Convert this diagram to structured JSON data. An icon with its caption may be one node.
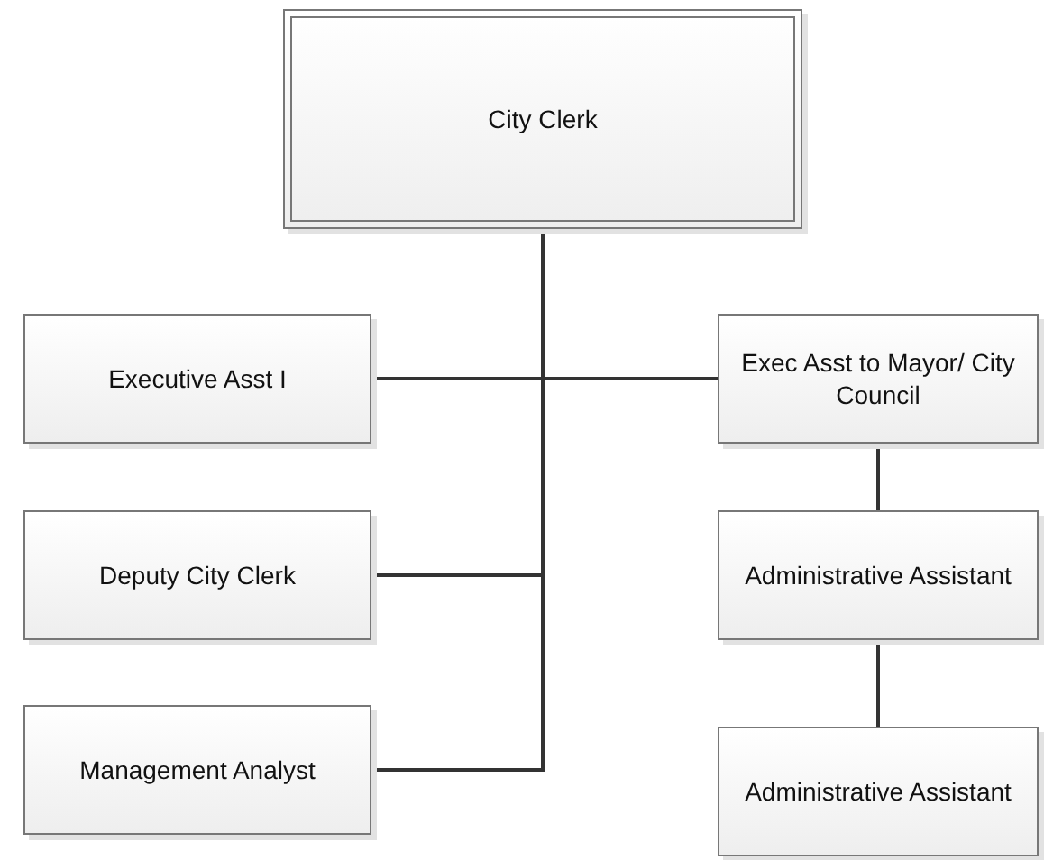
{
  "diagram": {
    "nodes": [
      {
        "text": [
          "City Clerk"
        ]
      },
      {
        "text": [
          "Executive Asst I"
        ]
      },
      {
        "text": [
          "Exec Asst to Mayor/ City Council"
        ]
      },
      {
        "text": [
          "Deputy City Clerk"
        ]
      },
      {
        "text": [
          "Administrative Assistant"
        ]
      },
      {
        "text": [
          "Management Analyst"
        ]
      },
      {
        "text": [
          "Administrative Assistant"
        ]
      }
    ],
    "edges": [
      {
        "from": 0,
        "to": 1,
        "arrow": "none"
      },
      {
        "from": 0,
        "to": 2,
        "arrow": "none"
      },
      {
        "from": 0,
        "to": 3,
        "arrow": "none"
      },
      {
        "from": 0,
        "to": 5,
        "arrow": "none"
      },
      {
        "from": 2,
        "to": 4,
        "arrow": "none"
      },
      {
        "from": 4,
        "to": 6,
        "arrow": "none"
      }
    ]
  }
}
